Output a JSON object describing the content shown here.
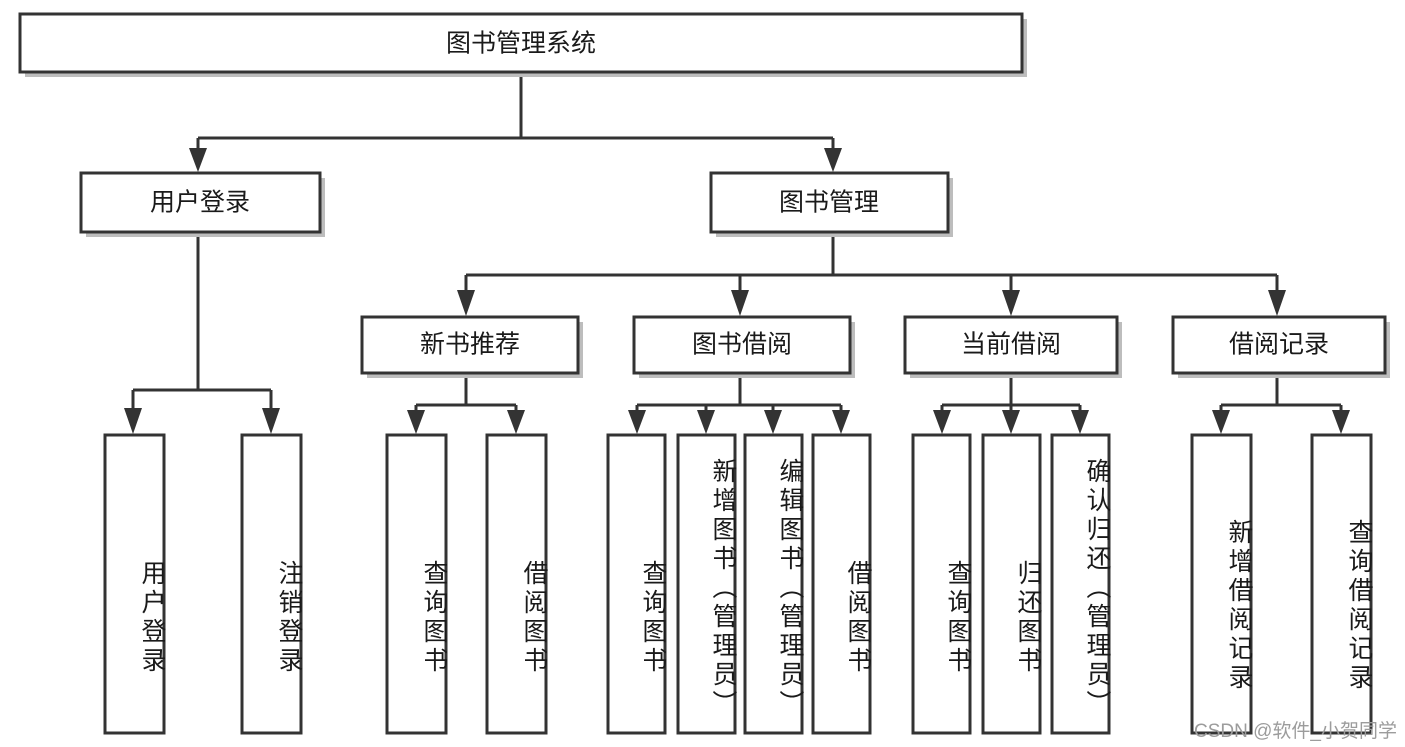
{
  "diagram": {
    "type": "tree",
    "title": "图书管理系统",
    "watermark": "CSDN @软件_小贺同学",
    "colors": {
      "stroke": "#333333",
      "fill": "#ffffff",
      "text": "#1a1a1a",
      "shadow": "#bdbdbd",
      "watermark": "#9c9c9c"
    },
    "levels": {
      "root": {
        "label": "图书管理系统"
      },
      "level2": [
        {
          "label": "用户登录"
        },
        {
          "label": "图书管理"
        }
      ],
      "level3": [
        {
          "label": "新书推荐"
        },
        {
          "label": "图书借阅"
        },
        {
          "label": "当前借阅"
        },
        {
          "label": "借阅记录"
        }
      ],
      "leaves": [
        {
          "label": "用户登录",
          "parent": "用户登录"
        },
        {
          "label": "注销登录",
          "parent": "用户登录"
        },
        {
          "label": "查询图书",
          "parent": "新书推荐"
        },
        {
          "label": "借阅图书",
          "parent": "新书推荐"
        },
        {
          "label": "查询图书",
          "parent": "图书借阅"
        },
        {
          "label": "新增图书（管理员）",
          "parent": "图书借阅"
        },
        {
          "label": "编辑图书（管理员）",
          "parent": "图书借阅"
        },
        {
          "label": "借阅图书",
          "parent": "图书借阅"
        },
        {
          "label": "查询图书",
          "parent": "当前借阅"
        },
        {
          "label": "归还图书",
          "parent": "当前借阅"
        },
        {
          "label": "确认归还（管理员）",
          "parent": "当前借阅"
        },
        {
          "label": "新增借阅记录",
          "parent": "借阅记录"
        },
        {
          "label": "查询借阅记录",
          "parent": "借阅记录"
        }
      ]
    }
  }
}
